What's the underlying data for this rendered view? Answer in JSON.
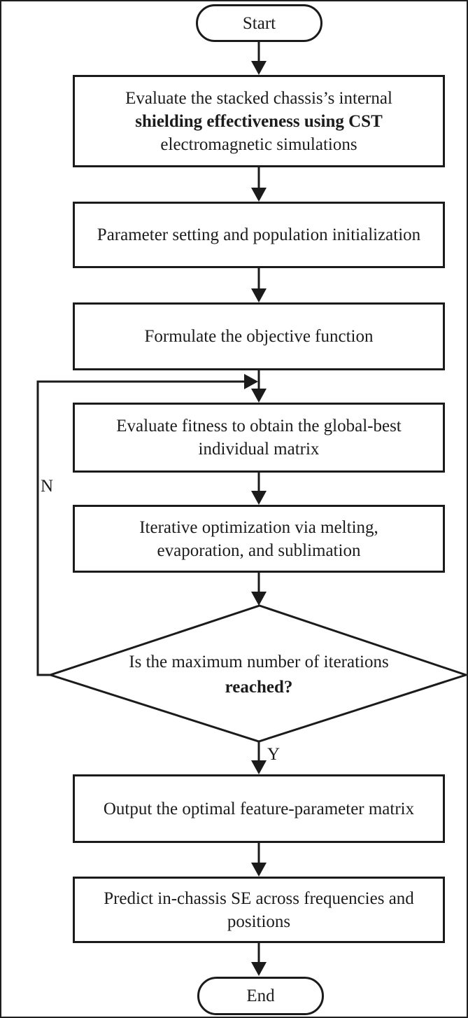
{
  "terminators": {
    "start": "Start",
    "end": "End"
  },
  "steps": {
    "evaluate_se": {
      "line1": "Evaluate the stacked chassis’s internal",
      "line2": "shielding effectiveness using CST",
      "line3": "electromagnetic simulations"
    },
    "init": {
      "line1": "Parameter setting and population initialization"
    },
    "objective": {
      "line1": "Formulate the objective function"
    },
    "fitness": {
      "line1": "Evaluate fitness to obtain the global-best",
      "line2": "individual matrix"
    },
    "iterate": {
      "line1": "Iterative optimization via melting,",
      "line2": "evaporation, and sublimation"
    },
    "output": {
      "line1": "Output the optimal feature-parameter matrix"
    },
    "predict": {
      "line1": "Predict in-chassis SE across frequencies and",
      "line2": "positions"
    }
  },
  "decision": {
    "line1": "Is the maximum number of iterations",
    "line2": "reached?"
  },
  "branch_labels": {
    "no": "N",
    "yes": "Y"
  },
  "colors": {
    "ink": "#1b1b1b",
    "background": "#ffffff"
  }
}
